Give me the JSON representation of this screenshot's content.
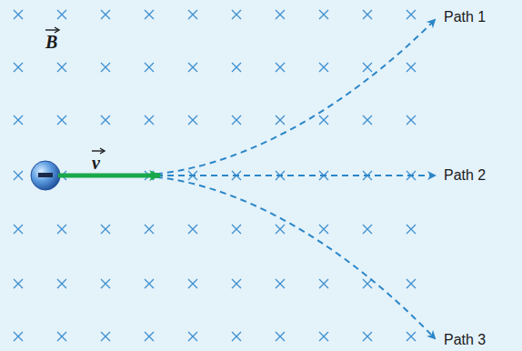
{
  "diagram": {
    "labels": [
      "B",
      "v",
      "Path 1",
      "Path 2",
      "Path 3"
    ]
  }
}
